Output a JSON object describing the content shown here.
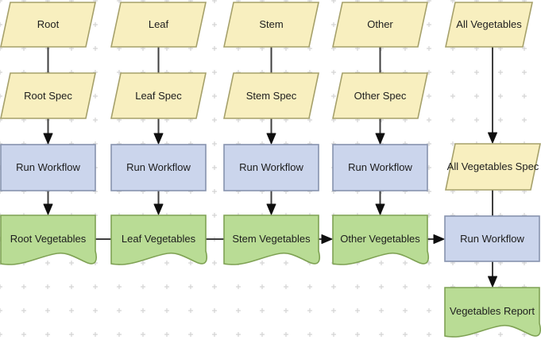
{
  "canvas": {
    "background": "#ffffff",
    "grid_mark_color": "#d3d3d3"
  },
  "colors": {
    "input_fill": "#f8efbf",
    "input_stroke": "#a5a06a",
    "process_fill": "#cbd5ec",
    "process_stroke": "#8793ae",
    "output_fill": "#b9dc95",
    "output_stroke": "#7fa254",
    "connector": "#3f3f3f",
    "arrowhead": "#0f0f0f"
  },
  "columns": [
    {
      "input": "Root",
      "spec": "Root Spec",
      "process": "Run Workflow",
      "output": "Root Vegetables"
    },
    {
      "input": "Leaf",
      "spec": "Leaf Spec",
      "process": "Run Workflow",
      "output": "Leaf Vegetables"
    },
    {
      "input": "Stem",
      "spec": "Stem Spec",
      "process": "Run Workflow",
      "output": "Stem Vegetables"
    },
    {
      "input": "Other",
      "spec": "Other Spec",
      "process": "Run Workflow",
      "output": "Other Vegetables"
    }
  ],
  "final": {
    "input": "All Vegetables",
    "spec": "All Vegetables Spec",
    "process": "Run Workflow",
    "output": "Vegetables Report"
  }
}
